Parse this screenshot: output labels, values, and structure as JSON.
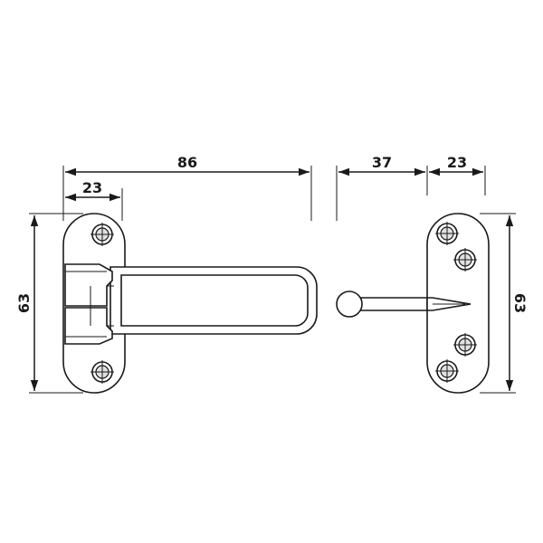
{
  "dimensions": {
    "overall_length": "86",
    "left_plate_width": "23",
    "left_plate_height": "63",
    "knob_offset": "37",
    "right_plate_width": "23",
    "right_plate_height": "63"
  }
}
